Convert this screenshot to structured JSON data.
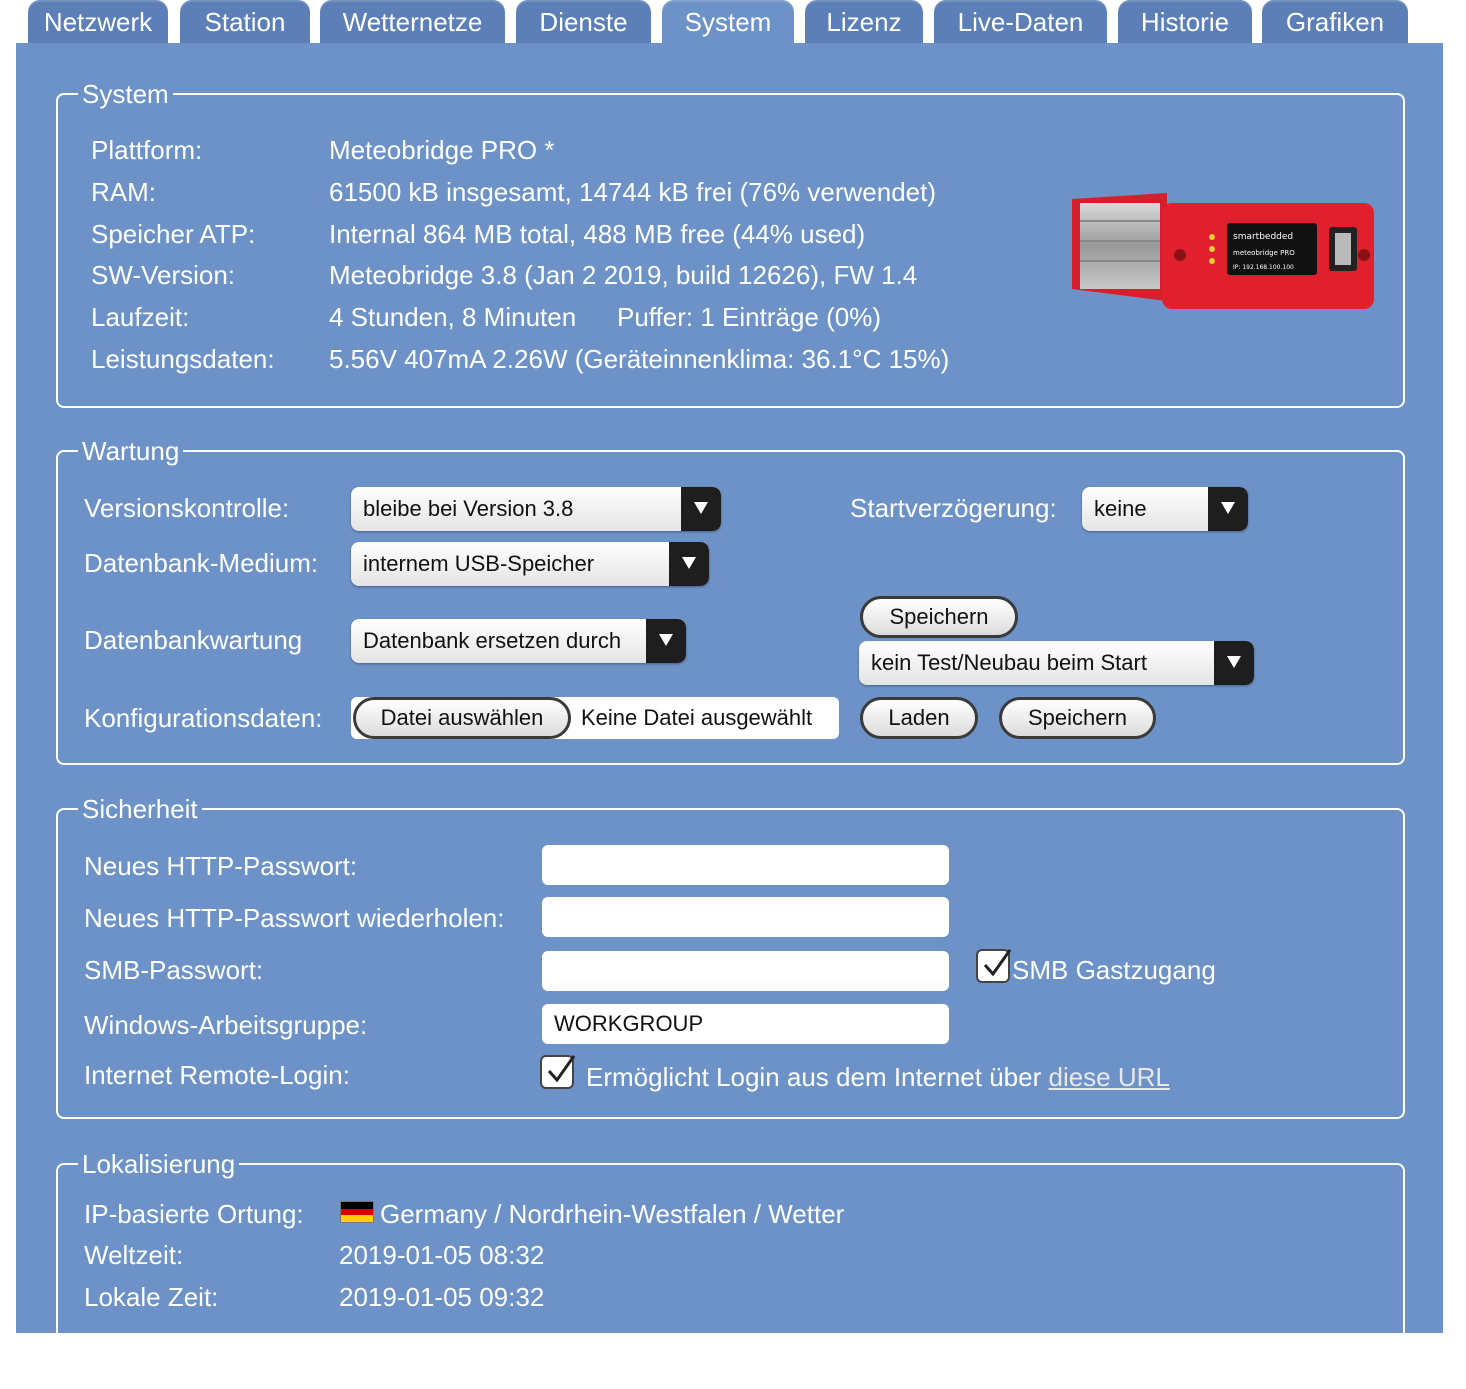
{
  "tabs": [
    {
      "label": "Netzwerk"
    },
    {
      "label": "Station"
    },
    {
      "label": "Wetternetze"
    },
    {
      "label": "Dienste"
    },
    {
      "label": "System",
      "active": true
    },
    {
      "label": "Lizenz"
    },
    {
      "label": "Live-Daten"
    },
    {
      "label": "Historie"
    },
    {
      "label": "Grafiken"
    }
  ],
  "system": {
    "legend": "System",
    "rows": [
      {
        "label": "Plattform:",
        "value": "Meteobridge PRO *"
      },
      {
        "label": "RAM:",
        "value": "61500 kB insgesamt, 14744 kB frei (76% verwendet)"
      },
      {
        "label": "Speicher ATP:",
        "value": "Internal 864 MB total, 488 MB free (44% used)"
      },
      {
        "label": "SW-Version:",
        "value": "Meteobridge 3.8 (Jan 2 2019, build 12626), FW 1.4"
      },
      {
        "label": "Laufzeit:",
        "value": "4 Stunden, 8 Minuten",
        "extra": "Puffer: 1 Einträge (0%)"
      },
      {
        "label": "Leistungsdaten:",
        "value": "5.56V 407mA 2.26W  (Geräteinnenklima: 36.1°C 15%)"
      }
    ],
    "device_brand": "smartbedded",
    "device_model": "meteobridge PRO",
    "device_ip": "IP: 192.168.100.100"
  },
  "wartung": {
    "legend": "Wartung",
    "version_label": "Versionskontrolle:",
    "version_value": "bleibe bei Version 3.8",
    "start_delay_label": "Startverzögerung:",
    "start_delay_value": "keine",
    "db_medium_label": "Datenbank-Medium:",
    "db_medium_value": "internem USB-Speicher",
    "db_maint_label": "Datenbankwartung",
    "db_maint_value": "Datenbank ersetzen durch",
    "save1_label": "Speichern",
    "startup_test_value": "kein Test/Neubau beim Start",
    "config_label": "Konfigurationsdaten:",
    "file_button_label": "Datei auswählen",
    "file_status": "Keine Datei ausgewählt",
    "load_label": "Laden",
    "save2_label": "Speichern"
  },
  "sicherheit": {
    "legend": "Sicherheit",
    "http_pw_label": "Neues HTTP-Passwort:",
    "http_pw_value": "",
    "http_pw2_label": "Neues HTTP-Passwort wiederholen:",
    "http_pw2_value": "",
    "smb_pw_label": "SMB-Passwort:",
    "smb_pw_value": "",
    "smb_guest_label": "SMB Gastzugang",
    "smb_guest_checked": true,
    "workgroup_label": "Windows-Arbeitsgruppe:",
    "workgroup_value": "WORKGROUP",
    "remote_label": "Internet Remote-Login:",
    "remote_checked": true,
    "remote_text": "Ermöglicht Login aus dem Internet über ",
    "remote_link": "diese URL"
  },
  "lokalisierung": {
    "legend": "Lokalisierung",
    "ip_label": "IP-basierte Ortung:",
    "ip_value": "Germany / Nordrhein-Westfalen / Wetter",
    "world_label": "Weltzeit:",
    "world_value": "2019-01-05 08:32",
    "local_label": "Lokale Zeit:",
    "local_value": "2019-01-05 09:32"
  },
  "colors": {
    "panel": "#6c92c8",
    "tab": "#5b7fb6",
    "device_red": "#e0202c"
  }
}
